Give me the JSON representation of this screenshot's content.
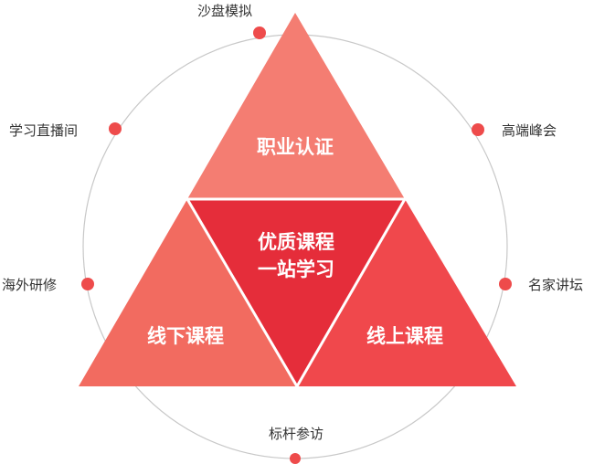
{
  "colors": {
    "ring": "#c8c8c8",
    "dot": "#ee4b4b",
    "top": "#f47d72",
    "left": "#f26b60",
    "right": "#f0484c",
    "center": "#e52d3a"
  },
  "segments": {
    "top": "职业认证",
    "left": "线下课程",
    "right": "线上课程",
    "center_line1": "优质课程",
    "center_line2": "一站学习"
  },
  "orbit": [
    {
      "id": "sandbox",
      "label": "沙盘模拟"
    },
    {
      "id": "live",
      "label": "学习直播间"
    },
    {
      "id": "summit",
      "label": "高端峰会"
    },
    {
      "id": "overseas",
      "label": "海外研修"
    },
    {
      "id": "lecture",
      "label": "名家讲坛"
    },
    {
      "id": "benchmark",
      "label": "标杆参访"
    }
  ]
}
